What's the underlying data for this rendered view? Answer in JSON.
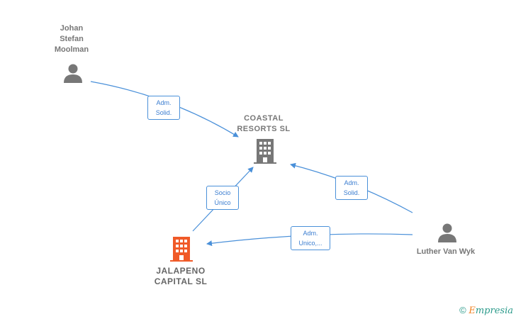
{
  "nodes": {
    "johan": {
      "name_lines": [
        "Johan",
        "Stefan",
        "Moolman"
      ],
      "icon": "person-icon"
    },
    "coastal": {
      "name_lines": [
        "COASTAL",
        "RESORTS  SL"
      ],
      "icon": "building-icon"
    },
    "jalapeno": {
      "name_lines": [
        "JALAPENO",
        "CAPITAL  SL"
      ],
      "icon": "building-icon"
    },
    "luther": {
      "name_lines": [
        "Luther Van Wyk"
      ],
      "icon": "person-icon"
    }
  },
  "edges": {
    "johan_coastal": [
      "Adm.",
      "Solid."
    ],
    "jalapeno_coastal": [
      "Socio",
      "Único"
    ],
    "luther_coastal": [
      "Adm.",
      "Solid."
    ],
    "luther_jalapeno": [
      "Adm.",
      "Unico,..."
    ]
  },
  "footer": {
    "copyright": "©",
    "brand_first": "E",
    "brand_rest": "mpresia"
  },
  "colors": {
    "edge": "#4a90d9",
    "person": "#777777",
    "company": "#777777",
    "company_highlight": "#f05a28"
  }
}
